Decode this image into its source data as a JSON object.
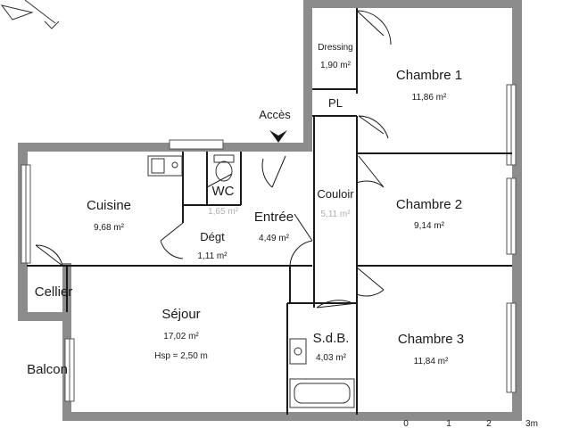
{
  "access_label": "Accès",
  "rooms": {
    "dressing": {
      "name": "Dressing",
      "area": "1,90 m²"
    },
    "chambre1": {
      "name": "Chambre 1",
      "area": "11,86 m²"
    },
    "pl": {
      "name": "PL"
    },
    "cuisine": {
      "name": "Cuisine",
      "area": "9,68 m²"
    },
    "wc": {
      "name": "WC",
      "area": "1,65 m²"
    },
    "entree": {
      "name": "Entrée",
      "area": "4,49 m²"
    },
    "degt": {
      "name": "Dégt",
      "area": "1,11 m²"
    },
    "couloir": {
      "name": "Couloir",
      "area": "5,11 m²"
    },
    "chambre2": {
      "name": "Chambre 2",
      "area": "9,14 m²"
    },
    "cellier": {
      "name": "Cellier"
    },
    "sejour": {
      "name": "Séjour",
      "area": "17,02 m²",
      "hsp": "Hsp = 2,50 m"
    },
    "sdb": {
      "name": "S.d.B.",
      "area": "4,03 m²"
    },
    "chambre3": {
      "name": "Chambre 3",
      "area": "11,84 m²"
    },
    "balcon": {
      "name": "Balcon"
    }
  },
  "scale": {
    "ticks": [
      "0",
      "1",
      "2",
      "3m"
    ]
  },
  "colors": {
    "wall": "#8c8c8c",
    "line": "#1a1a1a"
  }
}
